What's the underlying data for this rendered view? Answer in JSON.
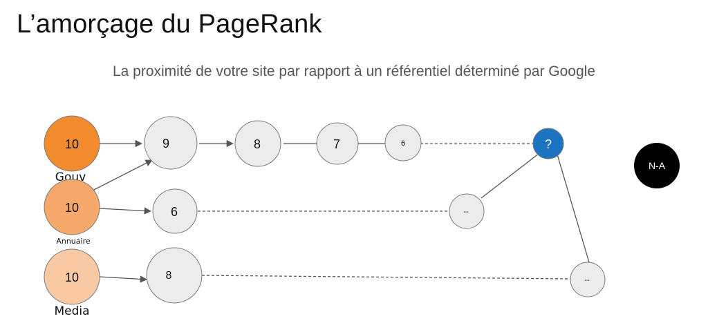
{
  "title": "L’amorçage du PageRank",
  "subtitle": "La proximité de votre site par rapport à un référentiel déterminé par Google",
  "nodes": {
    "gouv": {
      "value": "10",
      "caption": "Gouv",
      "color": "#f28a2e"
    },
    "annuaire": {
      "value": "10",
      "caption": "Annuaire",
      "color": "#f6a86a"
    },
    "media": {
      "value": "10",
      "caption": "Media",
      "color": "#f8c9a3"
    },
    "n9": {
      "value": "9"
    },
    "n8a": {
      "value": "8"
    },
    "n7": {
      "value": "7"
    },
    "n6a": {
      "value": "6"
    },
    "n6b": {
      "value": "6"
    },
    "n8b": {
      "value": "8"
    },
    "unknown": {
      "value": "?",
      "color": "#1a74c2"
    },
    "mid_dash": {
      "value": "--"
    },
    "bottom_dash": {
      "value": "--"
    },
    "na": {
      "value": "N-A",
      "color": "#000000"
    }
  },
  "colors": {
    "gray_node": "#ececec",
    "node_border": "#7a7a7a",
    "edge": "#555555"
  }
}
